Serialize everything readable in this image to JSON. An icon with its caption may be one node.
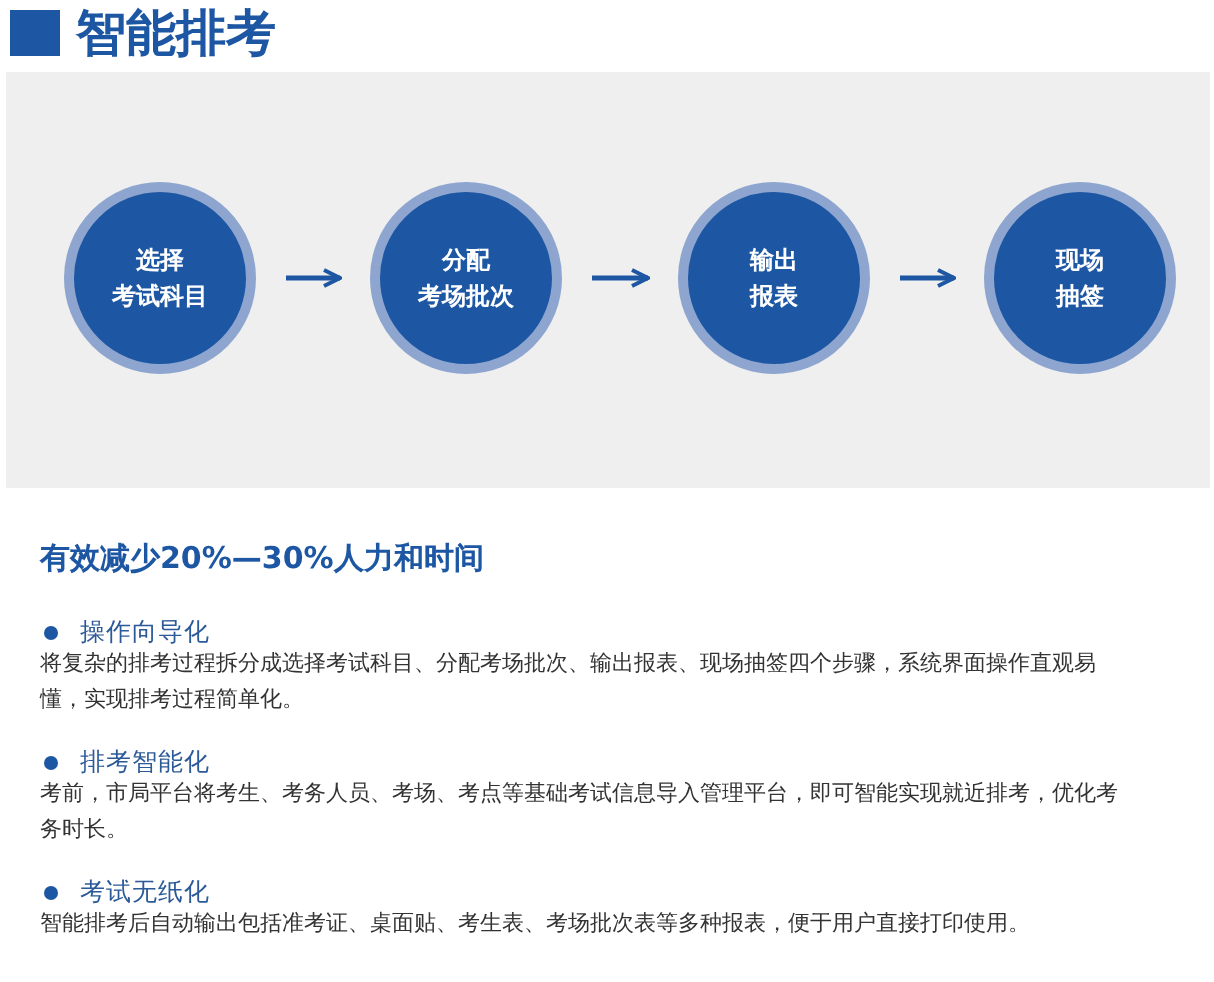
{
  "diagram": {
    "title": "智能排考",
    "nodes": [
      {
        "text": [
          "选择考试科目"
        ]
      },
      {
        "text": [
          "分配考场批次"
        ]
      },
      {
        "text": [
          "输出报表"
        ]
      },
      {
        "text": [
          "现场抽签"
        ]
      }
    ],
    "edges": [
      {
        "from": 0,
        "to": 1,
        "arrow": "to"
      },
      {
        "from": 1,
        "to": 2,
        "arrow": "to"
      },
      {
        "from": 2,
        "to": 3,
        "arrow": "to"
      }
    ],
    "labels": [
      "有效减少20%—30%人力和时间",
      "操作向导化",
      "将复杂的排考过程拆分成选择考试科目、分配考场批次、输出报表、现场抽签四个步骤，系统界面操作直观易懂，实现排考过程简单化。",
      "排考智能化",
      "考前，市局平台将考生、考务人员、考场、考点等基础考试信息导入管理平台，即可智能实现就近排考，优化考务时长。",
      "考试无纸化",
      "智能排考后自动输出包括准考证、桌面贴、考生表、考场批次表等多种报表，便于用户直接打印使用。"
    ]
  }
}
